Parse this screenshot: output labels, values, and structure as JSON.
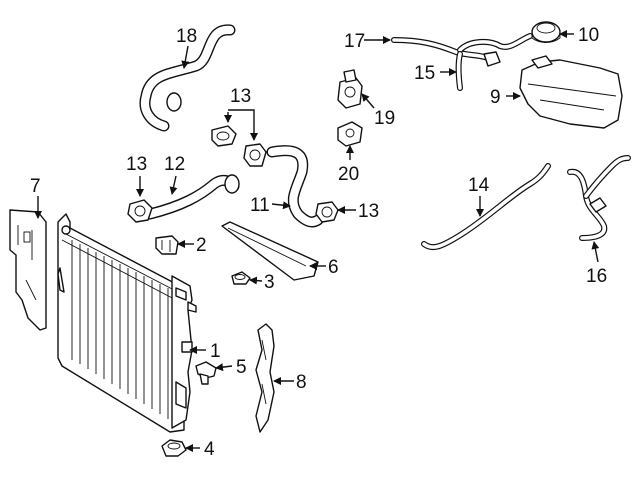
{
  "callouts": {
    "c1": "1",
    "c2": "2",
    "c3": "3",
    "c4": "4",
    "c5": "5",
    "c6": "6",
    "c7": "7",
    "c8": "8",
    "c9": "9",
    "c10": "10",
    "c11": "11",
    "c12": "12",
    "c13a": "13",
    "c13b": "13",
    "c13c": "13",
    "c14": "14",
    "c15": "15",
    "c16": "16",
    "c17": "17",
    "c18": "18",
    "c19": "19",
    "c20": "20"
  },
  "colors": {
    "ink": "#111111",
    "background": "#ffffff"
  }
}
